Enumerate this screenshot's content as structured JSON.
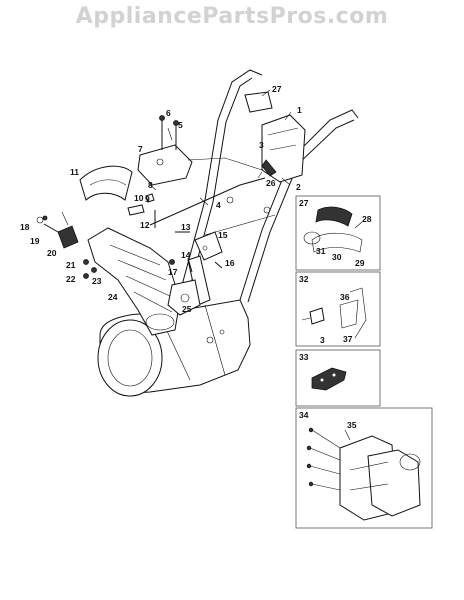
{
  "watermark": "AppliancePartsPros.com",
  "callouts": {
    "c1": "1",
    "c2": "2",
    "c3": "3",
    "c4": "4",
    "c5": "5",
    "c6": "6",
    "c7": "7",
    "c8": "8",
    "c9": "9",
    "c10": "10",
    "c11": "11",
    "c12": "12",
    "c13": "13",
    "c14": "14",
    "c15": "15",
    "c16": "16",
    "c17": "17",
    "c18": "18",
    "c19": "19",
    "c20": "20",
    "c21": "21",
    "c22": "22",
    "c23": "23",
    "c24": "24",
    "c25": "25",
    "c26": "26",
    "c27": "27"
  },
  "insets": [
    {
      "id": "27",
      "labels": [
        "28",
        "29",
        "30",
        "31"
      ]
    },
    {
      "id": "32",
      "labels": [
        "36",
        "3",
        "37"
      ]
    },
    {
      "id": "33",
      "labels": []
    },
    {
      "id": "34",
      "labels": [
        "35"
      ]
    }
  ]
}
